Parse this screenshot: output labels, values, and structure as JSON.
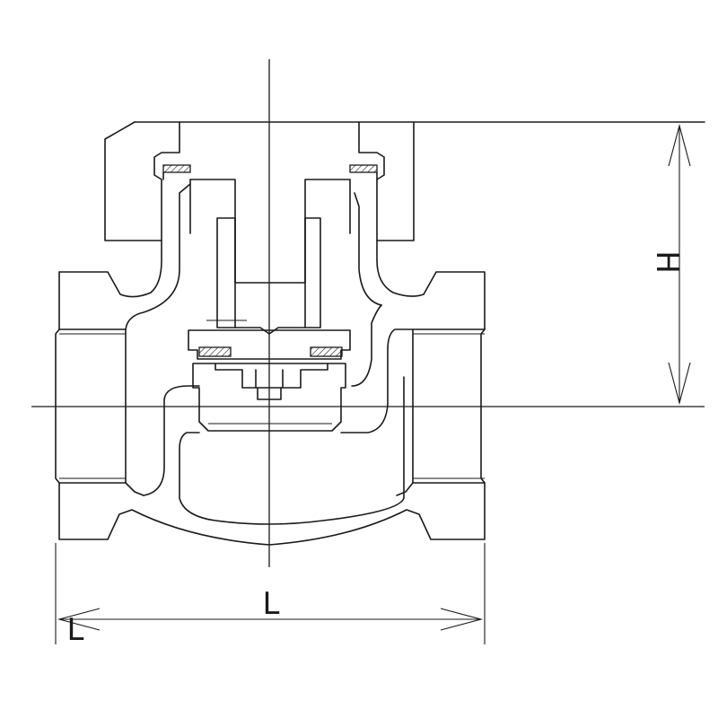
{
  "drawing": {
    "dimensions": {
      "height_label": "H",
      "length_label": "L",
      "corner_label": "L"
    }
  }
}
